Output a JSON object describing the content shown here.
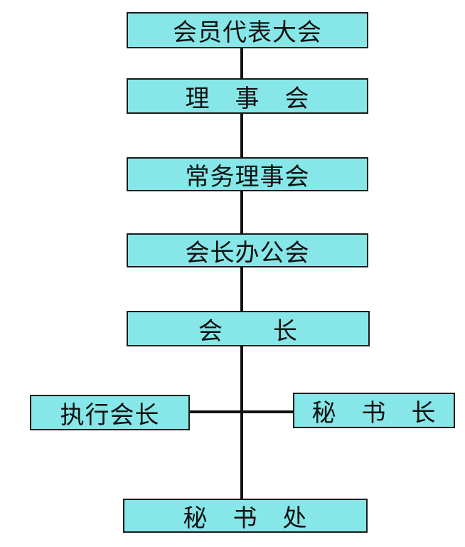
{
  "diagram": {
    "type": "org-chart",
    "colors": {
      "background": "#ffffff",
      "box_fill": "#87e7e8",
      "box_border": "#1b1b1b",
      "connector": "#111111",
      "text": "#111111"
    },
    "nodes": [
      {
        "id": "member-representative-assembly",
        "label": "会员代表大会"
      },
      {
        "id": "council",
        "label": "理　事　会"
      },
      {
        "id": "standing-council",
        "label": "常务理事会"
      },
      {
        "id": "president-office-meeting",
        "label": "会长办公会"
      },
      {
        "id": "president",
        "label": "会　　长"
      },
      {
        "id": "executive-president",
        "label": "执行会长"
      },
      {
        "id": "secretary-general",
        "label": "秘　书　长"
      },
      {
        "id": "secretariat",
        "label": "秘　书　处"
      }
    ],
    "edges": [
      {
        "from": "member-representative-assembly",
        "to": "council"
      },
      {
        "from": "council",
        "to": "standing-council"
      },
      {
        "from": "standing-council",
        "to": "president-office-meeting"
      },
      {
        "from": "president-office-meeting",
        "to": "president"
      },
      {
        "from": "president",
        "to": "secretariat"
      },
      {
        "from": "executive-president",
        "to": "president"
      },
      {
        "from": "secretary-general",
        "to": "president"
      }
    ]
  }
}
